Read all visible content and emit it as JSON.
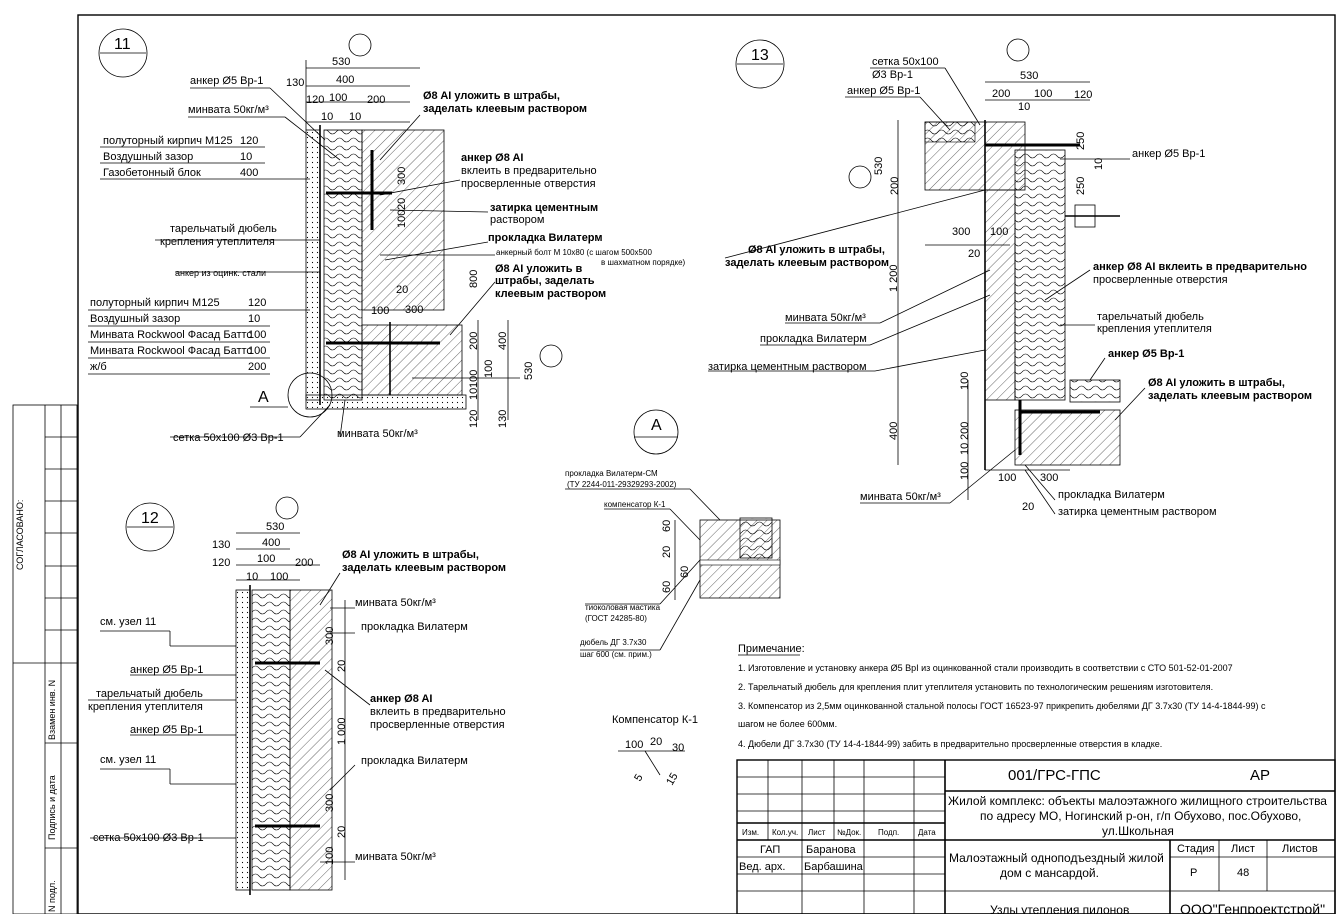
{
  "node11": {
    "number": "11",
    "dims_top": [
      "530",
      "400",
      "130",
      "120",
      "100",
      "200",
      "10",
      "10"
    ],
    "dims_vertical": [
      "300",
      "20",
      "100",
      "800",
      "20",
      "300",
      "100",
      "200",
      "400",
      "530",
      "100",
      "10",
      "100",
      "120",
      "130"
    ],
    "labels": {
      "anchor5": "анкер Ø5 Вр-1",
      "minwool": "минвата 50кг/м³",
      "slot8": "Ø8 AI уложить в штрабы,",
      "slot8b": "заделать клеевым раствором",
      "anchor8a": "анкер Ø8 AI",
      "anchor8b": "вклеить в предварительно",
      "anchor8c": "просверленные отверстия",
      "grout1": "затирка цементным",
      "grout2": "раствором",
      "vilaterm": "прокладка Вилатерм",
      "bolt1": "анкерный болт М 10х80 (с шагом 500х500",
      "bolt2": "в шахматном порядке)",
      "slot8c": "Ø8 AI уложить в",
      "slot8d": "штрабы, заделать",
      "slot8e": "клеевым раствором",
      "dowel1": "тарельчатый дюбель",
      "dowel2": "крепления утеплителя",
      "anchor_steel": "анкер из оцинк. стали",
      "mesh": "сетка 50х100 Ø3 Вр-1",
      "minwool_bottom": "минвата 50кг/м³",
      "section": "А"
    },
    "layers_top": [
      {
        "name": "полуторный кирпич М125",
        "value": "120"
      },
      {
        "name": "Воздушный зазор",
        "value": "10"
      },
      {
        "name": "Газобетонный блок",
        "value": "400"
      }
    ],
    "layers_bottom": [
      {
        "name": "полуторный кирпич М125",
        "value": "120"
      },
      {
        "name": "Воздушный зазор",
        "value": "10"
      },
      {
        "name": "Минвата Rockwool Фасад Баттс",
        "value": "100"
      },
      {
        "name": "Минвата Rockwool Фасад Баттс",
        "value": "100"
      },
      {
        "name": "ж/б",
        "value": "200"
      }
    ]
  },
  "node13": {
    "number": "13",
    "dims": [
      "530",
      "200",
      "100",
      "120",
      "10",
      "250",
      "10",
      "250",
      "530",
      "200",
      "300",
      "100",
      "20",
      "1 200",
      "100",
      "200",
      "400",
      "100",
      "10",
      "100",
      "300",
      "20"
    ],
    "labels": {
      "mesh1": "сетка 50х100",
      "mesh2": "Ø3 Вр-1",
      "anchor5": "анкер Ø5 Вр-1",
      "anchor5r": "анкер Ø5 Вр-1",
      "slot8a": "Ø8 AI уложить в штрабы,",
      "slot8b": "заделать клеевым раствором",
      "anchor8a": "анкер Ø8 AI вклеить в предварительно",
      "anchor8b": "просверленные отверстия",
      "dowel1": "тарельчатый дюбель",
      "dowel2": "крепления утеплителя",
      "minwool": "минвата 50кг/м³",
      "vilaterm": "прокладка Вилатерм",
      "grout": "затирка цементным раствором",
      "anchor5b": "анкер Ø5 Вр-1",
      "slot8c": "Ø8 AI уложить в штрабы,",
      "slot8d": "заделать клеевым раствором",
      "minwool2": "минвата 50кг/м³",
      "vilaterm2": "прокладка Вилатерм",
      "grout2": "затирка цементным раствором"
    }
  },
  "node12": {
    "number": "12",
    "dims": [
      "530",
      "400",
      "130",
      "120",
      "100",
      "200",
      "10",
      "100",
      "300",
      "20",
      "1 000",
      "300",
      "20",
      "100"
    ],
    "labels": {
      "slot8a": "Ø8 AI уложить в штрабы,",
      "slot8b": "заделать клеевым раствором",
      "minwool": "минвата 50кг/м³",
      "vilaterm": "прокладка Вилатерм",
      "ref11a": "см. узел 11",
      "anchor5a": "анкер Ø5 Вр-1",
      "dowel1": "тарельчатый дюбель",
      "dowel2": "крепления утеплителя",
      "anchor5b": "анкер Ø5 Вр-1",
      "anchor8a": "анкер Ø8 AI",
      "anchor8b": "вклеить в предварительно",
      "anchor8c": "просверленные отверстия",
      "ref11b": "см. узел 11",
      "vilaterm2": "прокладка Вилатерм",
      "mesh": "сетка 50х100 Ø3 Вр-1",
      "minwool2": "минвата 50кг/м³"
    }
  },
  "nodeA": {
    "title": "А",
    "labels": {
      "vilaterm1": "прокладка Вилатерм-СМ",
      "vilaterm2": "(ТУ 2244-011-29329293-2002)",
      "compensator": "компенсатор К-1",
      "mastic1": "тиоколовая мастика",
      "mastic2": "(ГОСТ 24285-80)",
      "dowel1": "дюбель ДГ 3.7х30",
      "dowel2": "шаг 600 (см. прим.)"
    },
    "dims": [
      "60",
      "20",
      "60",
      "60"
    ]
  },
  "compensator": {
    "title": "Компенсатор К-1",
    "dims": [
      "100",
      "20",
      "30",
      "5",
      "15"
    ]
  },
  "notes": {
    "heading": "Примечание:",
    "items": [
      "1.  Изготовление и установку анкера Ø5 ВрI из оцинкованной стали производить в соответствии с СТО 501-52-01-2007",
      "2.  Тарельчатый дюбель для крепления плит утеплителя установить по технологическим решениям изготовителя.",
      "3.  Компенсатор из 2,5мм оцинкованной стальной полосы ГОСТ 16523-97 прикрепить дюбелями ДГ 3.7х30 (ТУ 14-4-1844-99) с",
      "      шагом не более 600мм.",
      "4.  Дюбели ДГ 3.7х30 (ТУ 14-4-1844-99) забить в предварительно просверленные отверстия в кладке."
    ]
  },
  "side_stamp": {
    "agreed": "СОГЛАСОВАНО:",
    "inv": "Взамен инв. N",
    "sign": "Подпись и дата",
    "inv2": "N подл."
  },
  "title_block": {
    "code": "001/ГРС-ГПС",
    "mark": "АР",
    "project1": "Жилой комплекс: объекты малоэтажного жилищного строительства",
    "project2": "по адресу МО, Ногинский р-он, г/п Обухово, пос.Обухово,",
    "project3": "ул.Школьная",
    "cols": [
      "Изм.",
      "Кол.уч.",
      "Лист",
      "№Док.",
      "Подп.",
      "Дата"
    ],
    "role1": "ГАП",
    "name1": "Баранова",
    "role2": "Вед. арх.",
    "name2": "Барбашина",
    "building1": "Малоэтажный одноподъездный жилой",
    "building2": "дом с мансардой.",
    "stage_label": "Стадия",
    "sheet_label": "Лист",
    "sheets_label": "Листов",
    "stage": "Р",
    "sheet": "48",
    "sheet_title": "Узлы утепления пилонов",
    "company": "ООО\"Генпроектстрой\""
  }
}
